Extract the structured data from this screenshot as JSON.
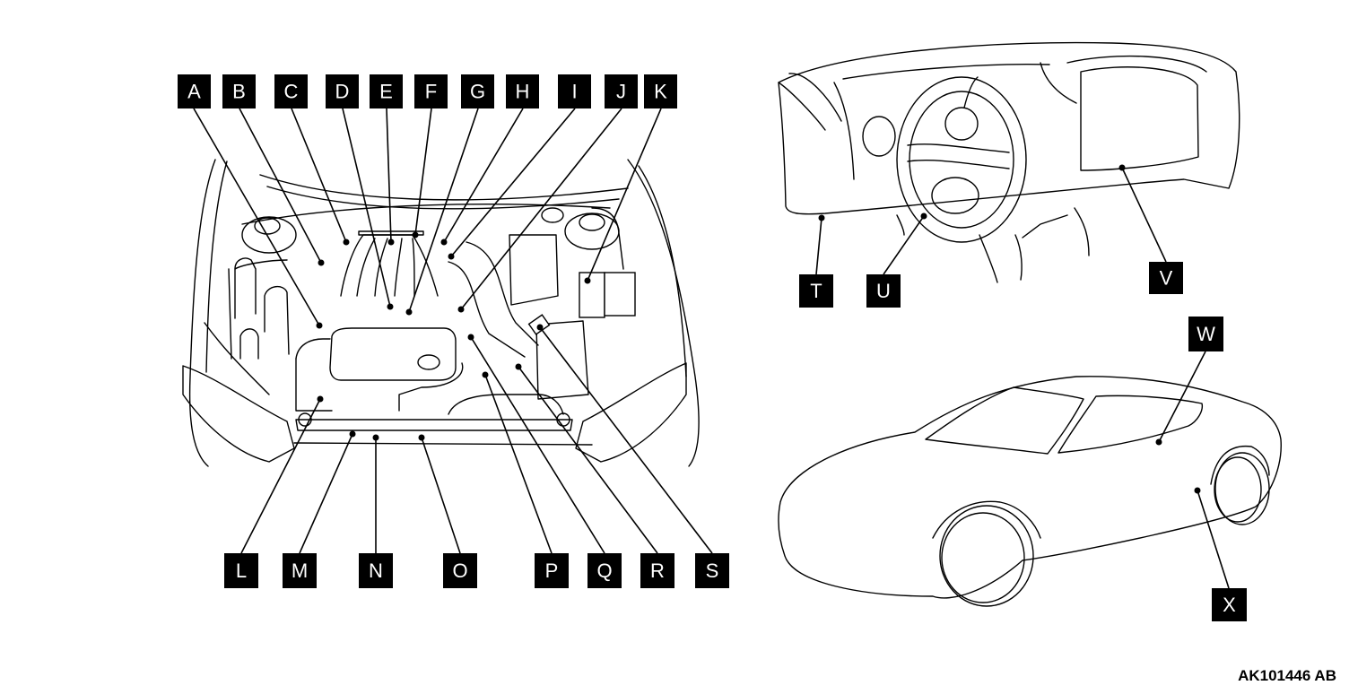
{
  "figure_code": "AK101446 AB",
  "colors": {
    "ink": "#000000",
    "paper": "#ffffff"
  },
  "labels": [
    "A",
    "B",
    "C",
    "D",
    "E",
    "F",
    "G",
    "H",
    "I",
    "J",
    "K",
    "L",
    "M",
    "N",
    "O",
    "P",
    "Q",
    "R",
    "S",
    "T",
    "U",
    "V",
    "W",
    "X"
  ]
}
